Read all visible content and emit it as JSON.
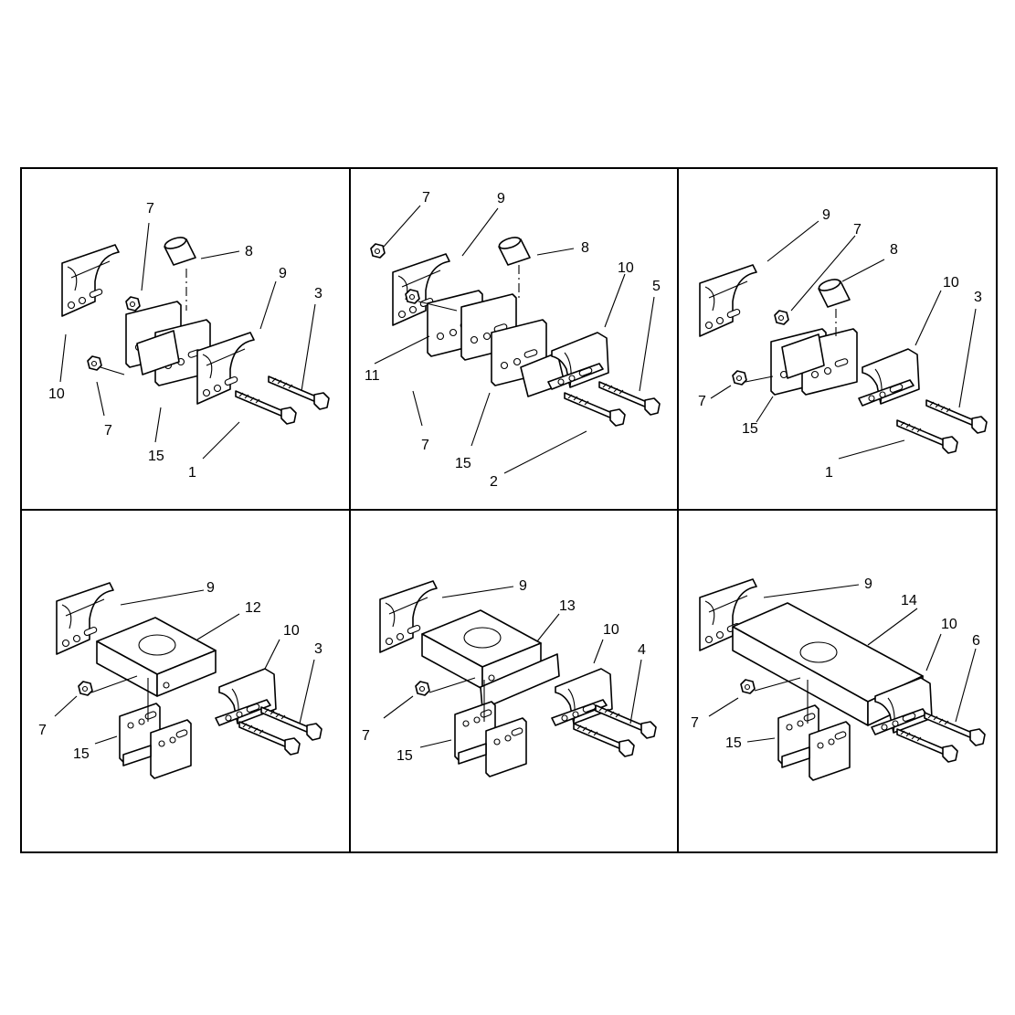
{
  "panels": [
    {
      "callouts": [
        "7",
        "8",
        "9",
        "3",
        "10",
        "7",
        "15",
        "1"
      ]
    },
    {
      "callouts": [
        "7",
        "9",
        "8",
        "10",
        "5",
        "11",
        "7",
        "15",
        "2"
      ]
    },
    {
      "callouts": [
        "9",
        "7",
        "8",
        "10",
        "3",
        "7",
        "15",
        "1"
      ]
    },
    {
      "callouts": [
        "9",
        "12",
        "10",
        "3",
        "7",
        "15"
      ]
    },
    {
      "callouts": [
        "9",
        "13",
        "10",
        "4",
        "7",
        "15"
      ]
    },
    {
      "callouts": [
        "9",
        "14",
        "10",
        "6",
        "7",
        "15"
      ]
    }
  ]
}
